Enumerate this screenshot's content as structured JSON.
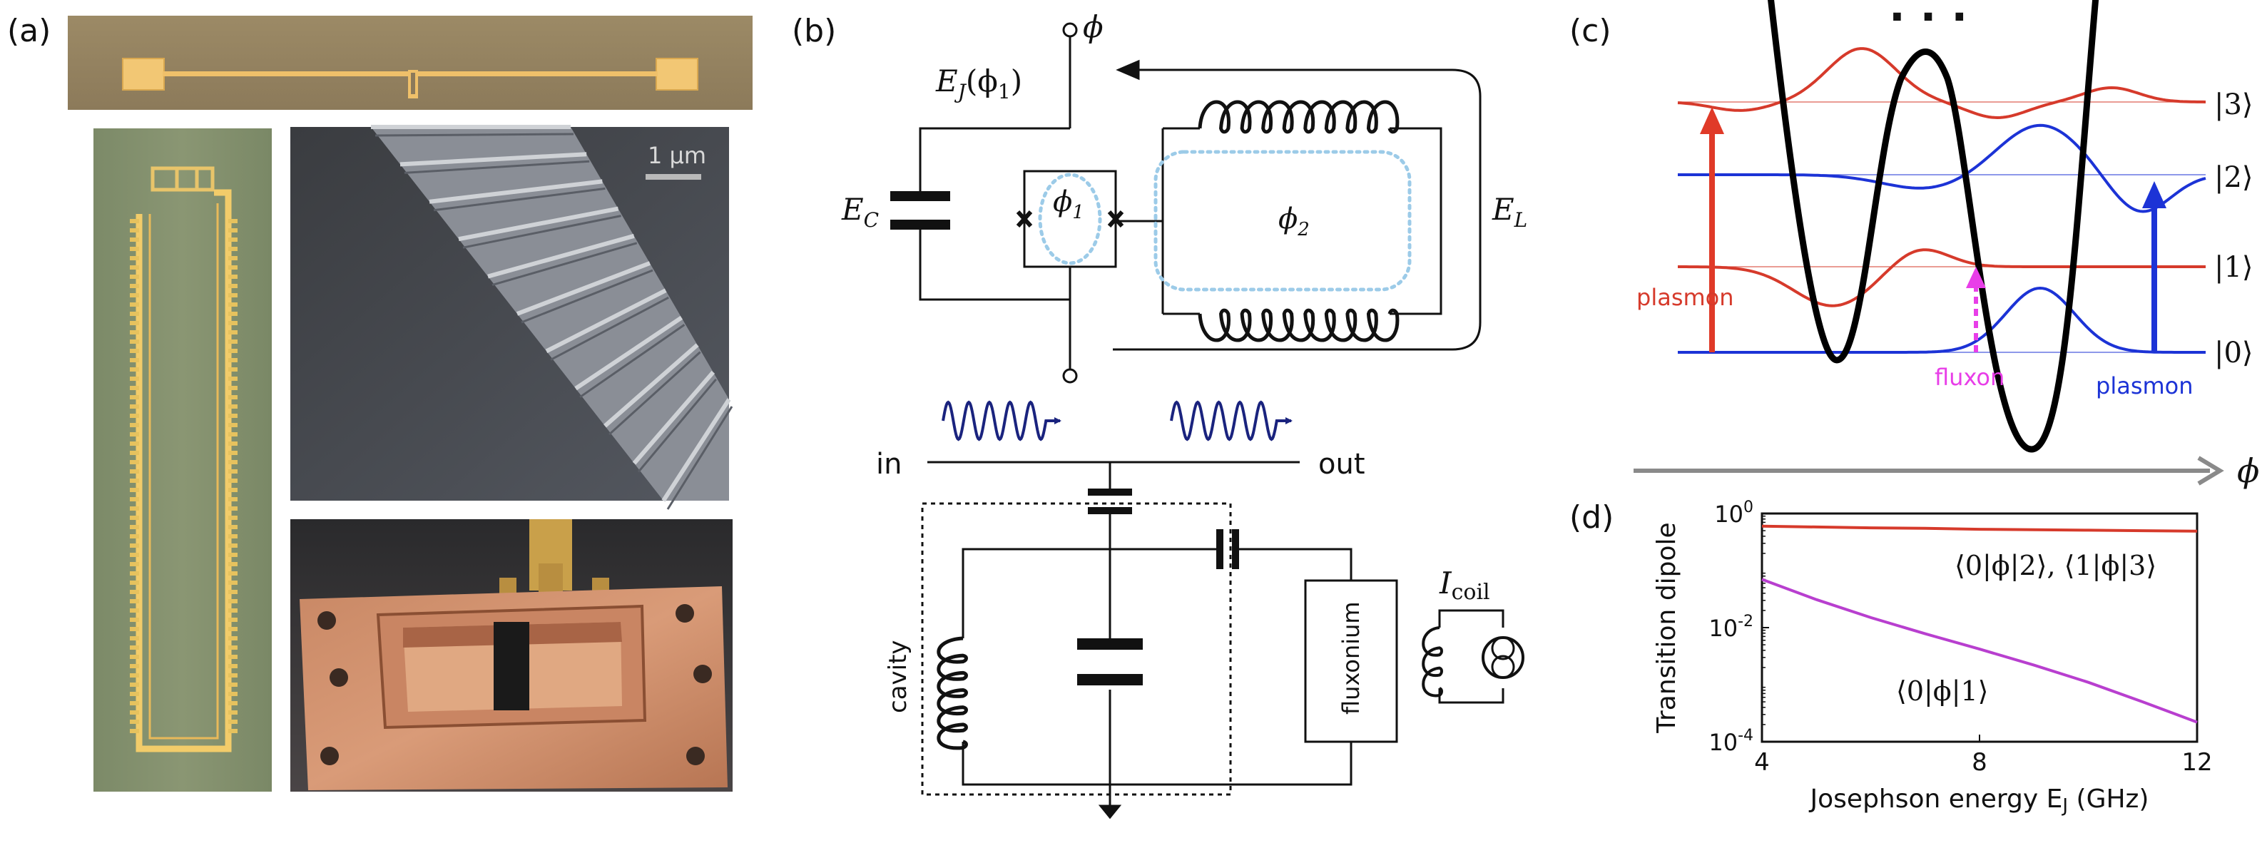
{
  "panels": {
    "a": {
      "label": "(a)",
      "scale_bar": "1 μm"
    },
    "b": {
      "label": "(b)",
      "phi": "ϕ",
      "EJ_base": "E",
      "EJ_sub": "J",
      "EJ_arg": "(ϕ",
      "EJ_arg_sub": "1",
      "EJ_close": ")",
      "EC_base": "E",
      "EC_sub": "C",
      "EL_base": "E",
      "EL_sub": "L",
      "phi1_base": "ϕ",
      "phi1_sub": "1",
      "phi2_base": "ϕ",
      "phi2_sub": "2",
      "in": "in",
      "out": "out",
      "cavity": "cavity",
      "fluxonium": "fluxonium",
      "Icoil_base": "I",
      "Icoil_sub": "coil"
    },
    "c": {
      "label": "(c)",
      "dots": "· · ·",
      "levels": [
        "|0⟩",
        "|1⟩",
        "|2⟩",
        "|3⟩"
      ],
      "plasmon_left": "plasmon",
      "plasmon_right": "plasmon",
      "fluxon": "fluxon",
      "axis_symbol": "ϕ"
    },
    "d": {
      "label": "(d)"
    }
  },
  "colors": {
    "red": "#d63a2b",
    "blue": "#1c33d6",
    "magenta": "#e83ee8",
    "purple": "#b83fcf",
    "gray": "#8a8a8a",
    "navy": "#1a237e"
  },
  "chart_data": {
    "type": "line",
    "xlabel": "Josephson energy E",
    "xlabel_sub": "J",
    "xlabel_unit": " (GHz)",
    "ylabel": "Transition dipole",
    "x_ticks": [
      "4",
      "8",
      "12"
    ],
    "y_ticks_base": "10",
    "y_ticks_exp": [
      "0",
      "-2",
      "-4"
    ],
    "x_range": [
      4,
      12
    ],
    "y_log_range": [
      -4,
      0
    ],
    "scale": "log-y",
    "x": [
      4,
      5,
      6,
      7,
      8,
      9,
      10,
      11,
      12
    ],
    "series": [
      {
        "name": "⟨0|ϕ|2⟩, ⟨1|ϕ|3⟩",
        "color": "#d63a2b",
        "values": [
          0.6,
          0.58,
          0.56,
          0.55,
          0.53,
          0.52,
          0.51,
          0.5,
          0.49
        ]
      },
      {
        "name": "⟨0|ϕ|1⟩",
        "color": "#b83fcf",
        "values": [
          0.07,
          0.031,
          0.015,
          0.0078,
          0.0042,
          0.0022,
          0.0011,
          0.0005,
          0.00022
        ]
      }
    ]
  }
}
